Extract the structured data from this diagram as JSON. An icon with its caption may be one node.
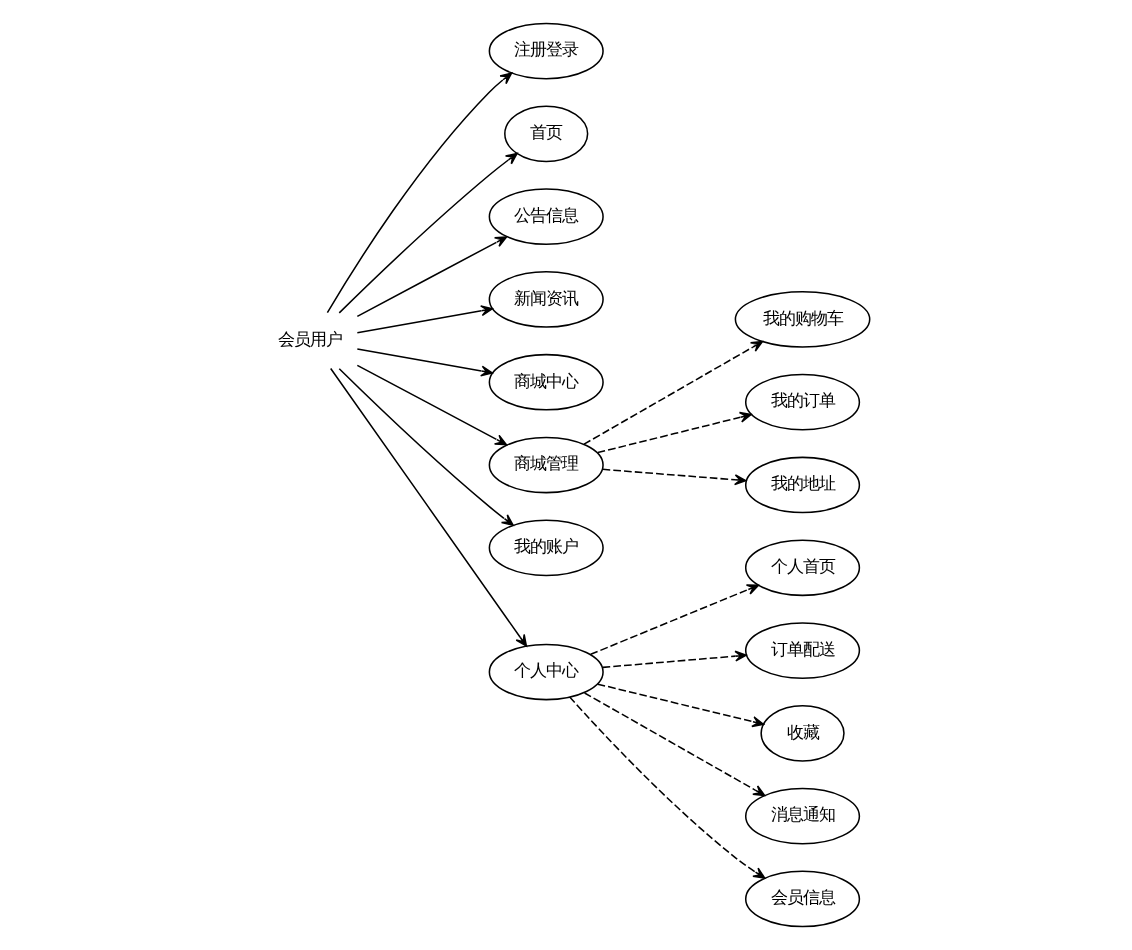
{
  "diagram": {
    "nodes": [
      {
        "text": [
          "会员用户"
        ]
      },
      {
        "text": [
          "注册登录"
        ]
      },
      {
        "text": [
          "首页"
        ]
      },
      {
        "text": [
          "公告信息"
        ]
      },
      {
        "text": [
          "新闻资讯"
        ]
      },
      {
        "text": [
          "商城中心"
        ]
      },
      {
        "text": [
          "商城管理"
        ]
      },
      {
        "text": [
          "我的账户"
        ]
      },
      {
        "text": [
          "个人中心"
        ]
      },
      {
        "text": [
          "我的购物车"
        ]
      },
      {
        "text": [
          "我的订单"
        ]
      },
      {
        "text": [
          "我的地址"
        ]
      },
      {
        "text": [
          "个人首页"
        ]
      },
      {
        "text": [
          "订单配送"
        ]
      },
      {
        "text": [
          "收藏"
        ]
      },
      {
        "text": [
          "消息通知"
        ]
      },
      {
        "text": [
          "会员信息"
        ]
      }
    ],
    "edges": [
      {
        "from": 0,
        "to": 1,
        "arrow": "to"
      },
      {
        "from": 0,
        "to": 2,
        "arrow": "to"
      },
      {
        "from": 0,
        "to": 3,
        "arrow": "to"
      },
      {
        "from": 0,
        "to": 4,
        "arrow": "to"
      },
      {
        "from": 0,
        "to": 5,
        "arrow": "to"
      },
      {
        "from": 0,
        "to": 6,
        "arrow": "to"
      },
      {
        "from": 0,
        "to": 7,
        "arrow": "to"
      },
      {
        "from": 0,
        "to": 8,
        "arrow": "to"
      },
      {
        "from": 6,
        "to": 9,
        "arrow": "to",
        "style": "dashed"
      },
      {
        "from": 6,
        "to": 10,
        "arrow": "to",
        "style": "dashed"
      },
      {
        "from": 6,
        "to": 11,
        "arrow": "to",
        "style": "dashed"
      },
      {
        "from": 8,
        "to": 12,
        "arrow": "to",
        "style": "dashed"
      },
      {
        "from": 8,
        "to": 13,
        "arrow": "to",
        "style": "dashed"
      },
      {
        "from": 8,
        "to": 14,
        "arrow": "to",
        "style": "dashed"
      },
      {
        "from": 8,
        "to": 15,
        "arrow": "to",
        "style": "dashed"
      },
      {
        "from": 8,
        "to": 16,
        "arrow": "to",
        "style": "dashed"
      }
    ]
  }
}
